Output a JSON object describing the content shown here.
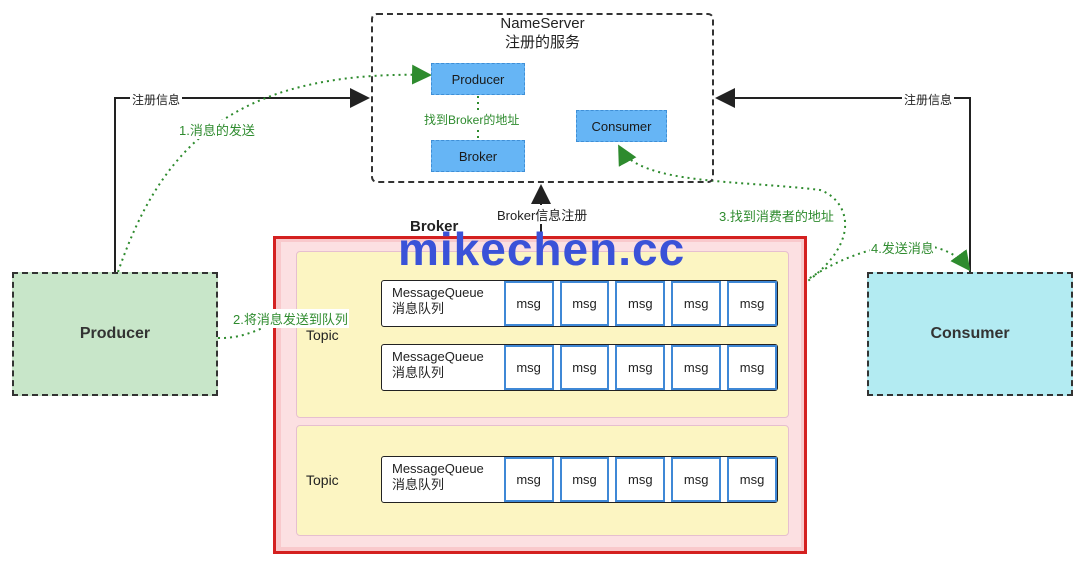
{
  "nameserver": {
    "title": "NameServer",
    "subtitle": "注册的服务",
    "producer_node": "Producer",
    "find_broker_label": "找到Broker的地址",
    "broker_node": "Broker",
    "consumer_node": "Consumer"
  },
  "producer": {
    "label": "Producer"
  },
  "consumer": {
    "label": "Consumer"
  },
  "arrows": {
    "producer_register": "注册信息",
    "consumer_register": "注册信息",
    "send_message": "1.消息的发送",
    "send_to_queue": "2.将消息发送到队列",
    "broker_register": "Broker信息注册",
    "find_consumer": "3.找到消费者的地址",
    "send_to_consumer": "4.发送消息"
  },
  "broker": {
    "title": "Broker",
    "topics": [
      {
        "label": "Topic",
        "queues": [
          {
            "name": "MessageQueue",
            "sub": "消息队列",
            "msgs": [
              "msg",
              "msg",
              "msg",
              "msg",
              "msg"
            ]
          },
          {
            "name": "MessageQueue",
            "sub": "消息队列",
            "msgs": [
              "msg",
              "msg",
              "msg",
              "msg",
              "msg"
            ]
          }
        ]
      },
      {
        "label": "Topic",
        "queues": [
          {
            "name": "MessageQueue",
            "sub": "消息队列",
            "msgs": [
              "msg",
              "msg",
              "msg",
              "msg",
              "msg"
            ]
          }
        ]
      }
    ]
  },
  "watermark": "mikechen.cc",
  "colors": {
    "producer_fill": "#c8e6c9",
    "consumer_fill": "#b3ebf2",
    "blue_node": "#66b5f5",
    "broker_border": "#d42020",
    "topic_fill": "#fcf5c2",
    "green_arrow": "#2e8b2e",
    "watermark": "#3a52d8"
  }
}
